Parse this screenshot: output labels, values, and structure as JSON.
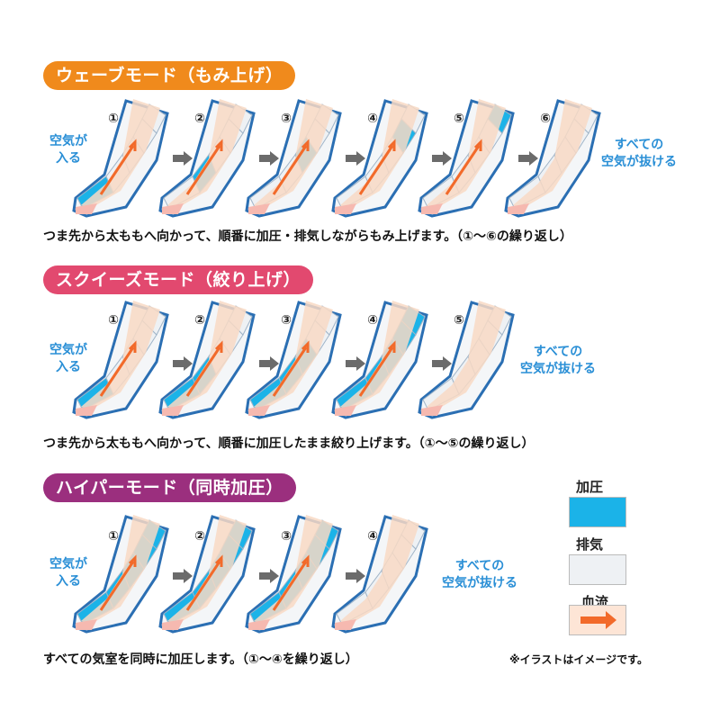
{
  "colors": {
    "wave": "#f08a1c",
    "squeeze": "#e2496f",
    "hyper": "#9b2f7e",
    "press": "#1bb3e8",
    "exhaust": "#eef1f4",
    "blood": "#f26a2a",
    "side_text": "#2a8fd6"
  },
  "sections": [
    {
      "mode": "wave",
      "title": "ウェーブモード（もみ上げ）",
      "side_left": "空気が\n入る",
      "side_right": "すべての\n空気が抜ける",
      "caption": "つま先から太ももへ向かって、順番に加圧・排気しながらもみ上げます。（①〜⑥の繰り返し）",
      "steps": [
        {
          "label": "①",
          "pressed": [
            0
          ]
        },
        {
          "label": "②",
          "pressed": [
            1
          ]
        },
        {
          "label": "③",
          "pressed": [
            2
          ]
        },
        {
          "label": "④",
          "pressed": [
            3
          ]
        },
        {
          "label": "⑤",
          "pressed": [
            4
          ]
        },
        {
          "label": "⑥",
          "pressed": []
        }
      ]
    },
    {
      "mode": "squeeze",
      "title": "スクイーズモード（絞り上げ）",
      "side_left": "空気が\n入る",
      "side_right": "すべての\n空気が抜ける",
      "caption": "つま先から太ももへ向かって、順番に加圧したまま絞り上げます。（①〜⑤の繰り返し）",
      "steps": [
        {
          "label": "①",
          "pressed": [
            0
          ]
        },
        {
          "label": "②",
          "pressed": [
            0,
            1
          ]
        },
        {
          "label": "③",
          "pressed": [
            0,
            1,
            2
          ]
        },
        {
          "label": "④",
          "pressed": [
            0,
            1,
            2,
            3,
            4
          ]
        },
        {
          "label": "⑤",
          "pressed": []
        }
      ]
    },
    {
      "mode": "hyper",
      "title": "ハイパーモード（同時加圧）",
      "side_left": "空気が\n入る",
      "side_right": "すべての\n空気が抜ける",
      "caption": "すべての気室を同時に加圧します。（①〜④を繰り返し）",
      "steps": [
        {
          "label": "①",
          "pressed": [
            0,
            1,
            2,
            3,
            4
          ]
        },
        {
          "label": "②",
          "pressed": [
            0,
            1,
            2,
            3,
            4
          ]
        },
        {
          "label": "③",
          "pressed": [
            0,
            1,
            2,
            3,
            4
          ]
        },
        {
          "label": "④",
          "pressed": []
        }
      ]
    }
  ],
  "legend": {
    "press_label": "加圧",
    "exhaust_label": "排気",
    "blood_label": "血流"
  },
  "note": "※イラストはイメージです。"
}
